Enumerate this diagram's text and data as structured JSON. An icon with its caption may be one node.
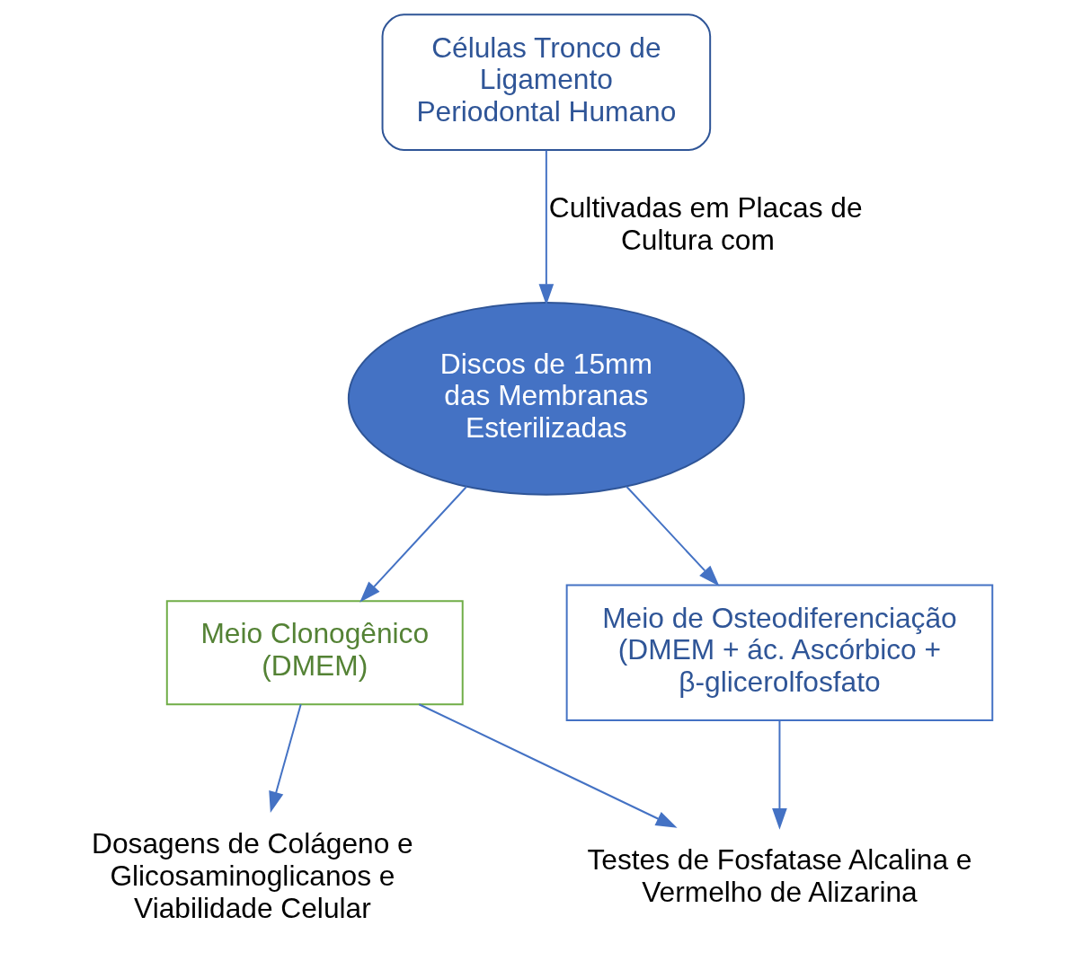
{
  "diagram": {
    "nodes": [
      {
        "text": [
          "Células Tronco de Ligamento Periodontal Humano"
        ]
      },
      {
        "text": [
          "Discos de 15mm das Membranas Esterilizadas"
        ]
      },
      {
        "text": [
          "Meio Clonogênico (DMEM)"
        ]
      },
      {
        "text": [
          "Meio de Osteodiferenciação (DMEM + ác. Ascórbico + β-glicerolfosfato"
        ]
      },
      {
        "text": [
          "Dosagens de Colágeno e Glicosaminoglicanos e Viabilidade Celular"
        ]
      },
      {
        "text": [
          "Testes de Fosfatase Alcalina e Vermelho de Alizarina"
        ]
      }
    ],
    "edges": [
      {
        "from": 0,
        "to": 1,
        "arrow": "to",
        "label": "Cultivadas em Placas de Cultura com"
      },
      {
        "from": 1,
        "to": 2,
        "arrow": "to"
      },
      {
        "from": 1,
        "to": 3,
        "arrow": "to"
      },
      {
        "from": 2,
        "to": 4,
        "arrow": "to"
      },
      {
        "from": 2,
        "to": 5,
        "arrow": "to"
      },
      {
        "from": 3,
        "to": 5,
        "arrow": "to"
      }
    ]
  }
}
